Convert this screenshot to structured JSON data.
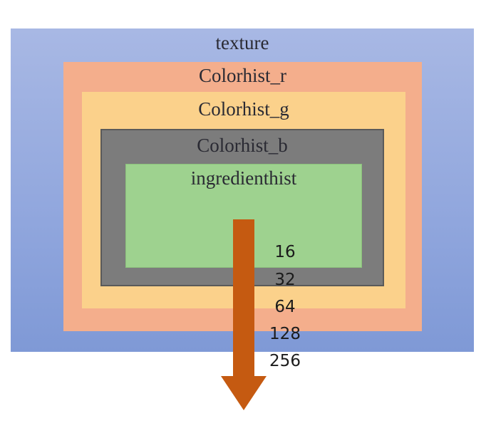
{
  "layers": {
    "texture": "texture",
    "colorhist_r": "Colorhist_r",
    "colorhist_g": "Colorhist_g",
    "colorhist_b": "Colorhist_b",
    "ingredienthist": "ingredienthist"
  },
  "sizes": [
    "16",
    "32",
    "64",
    "128",
    "256"
  ],
  "colors": {
    "texture": "#90a6dd",
    "colorhist_r": "#f4ae8c",
    "colorhist_g": "#fbd18b",
    "colorhist_b": "#7c7c7c",
    "ingredienthist": "#9ed28f",
    "arrow": "#c55a11"
  }
}
